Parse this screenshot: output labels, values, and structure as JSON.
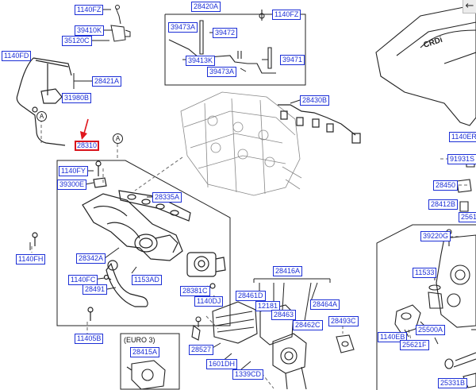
{
  "back_icon": "left-arrow-icon",
  "callout_A": "A",
  "euro_label": "(EURO 3)",
  "labels": {
    "l1140FZ_a": "1140FZ",
    "l39410K": "39410K",
    "l35120C": "35120C",
    "l1140FD": "1140FD",
    "l28421A": "28421A",
    "l31980B": "31980B",
    "l28420A": "28420A",
    "l1140FZ_b": "1140FZ",
    "l39473A_a": "39473A",
    "l39472": "39472",
    "l39413K": "39413K",
    "l39471": "39471",
    "l39473A_b": "39473A",
    "l28430B": "28430B",
    "l28310": "28310",
    "l1140FY": "1140FY",
    "l39300E": "39300E",
    "l28335A": "28335A",
    "l1140FH": "1140FH",
    "l28342A": "28342A",
    "l1140FC": "1140FC",
    "l28491": "28491",
    "l1153AD": "1153AD",
    "l28381C": "28381C",
    "l1140DJ": "1140DJ",
    "l28416A": "28416A",
    "l28461D": "28461D",
    "l12181": "12181",
    "l28463": "28463",
    "l28464A": "28464A",
    "l28462C": "28462C",
    "l28493C": "28493C",
    "l11405B": "11405B",
    "l28415A": "28415A",
    "l28527": "28527",
    "l1601DH": "1601DH",
    "l1339CD": "1339CD",
    "l1140ER_a": "1140ER",
    "l91931S": "91931S",
    "l28450": "28450",
    "l28412B": "28412B",
    "l2561x": "2561",
    "l39220G": "39220G",
    "l11533": "11533",
    "l25500A": "25500A",
    "l1140EB": "1140EB",
    "l25621F": "25621F",
    "l25331B": "25331B"
  }
}
